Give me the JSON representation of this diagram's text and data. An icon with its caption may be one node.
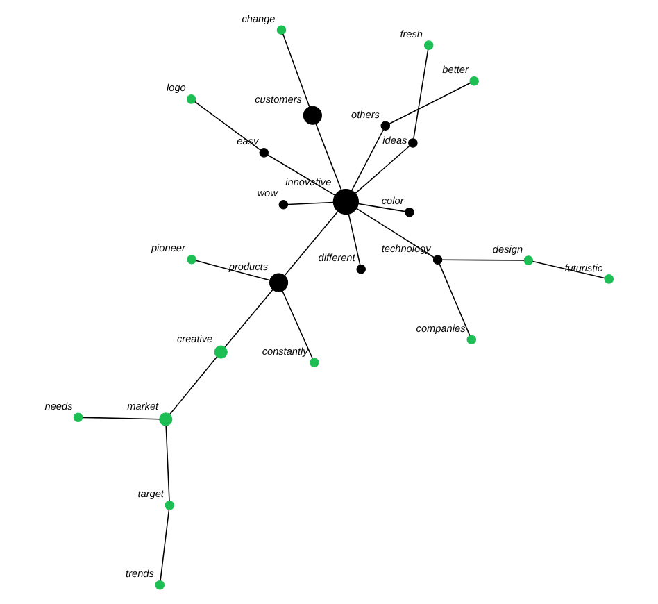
{
  "diagram": {
    "nodes": [
      {
        "text": [],
        "shape": "circle",
        "beside": [
          "companies"
        ]
      },
      {
        "text": [],
        "shape": "circle",
        "beside": [
          "design"
        ]
      },
      {
        "text": [],
        "shape": "circle",
        "beside": [
          "technology"
        ]
      },
      {
        "text": [],
        "shape": "circle",
        "beside": [
          "pioneer"
        ]
      },
      {
        "text": [],
        "shape": "circle",
        "beside": [
          "futuristic"
        ]
      },
      {
        "text": [],
        "shape": "circle",
        "beside": [
          "creative"
        ]
      },
      {
        "text": [],
        "shape": "circle",
        "beside": [
          "market"
        ]
      },
      {
        "text": [],
        "shape": "circle",
        "beside": [
          "target"
        ]
      },
      {
        "text": [],
        "shape": "circle",
        "beside": [
          "products"
        ]
      },
      {
        "text": [],
        "shape": "circle",
        "beside": [
          "different"
        ]
      },
      {
        "text": [],
        "shape": "circle",
        "beside": [
          "constantly"
        ]
      },
      {
        "text": [],
        "shape": "circle",
        "beside": [
          "innovative"
        ]
      },
      {
        "text": [],
        "shape": "circle",
        "beside": [
          "easy"
        ]
      },
      {
        "text": [],
        "shape": "circle",
        "beside": [
          "trends"
        ]
      },
      {
        "text": [],
        "shape": "circle",
        "beside": [
          "customers"
        ]
      },
      {
        "text": [],
        "shape": "circle",
        "beside": [
          "ideas"
        ]
      },
      {
        "text": [],
        "shape": "circle",
        "beside": [
          "color"
        ]
      },
      {
        "text": [],
        "shape": "circle",
        "beside": [
          "wow"
        ]
      },
      {
        "text": [],
        "shape": "circle",
        "beside": [
          "needs"
        ]
      },
      {
        "text": [],
        "shape": "circle",
        "beside": [
          "change"
        ]
      },
      {
        "text": [],
        "shape": "circle",
        "beside": [
          "fresh"
        ]
      },
      {
        "text": [],
        "shape": "circle",
        "beside": [
          "logo"
        ]
      },
      {
        "text": [],
        "shape": "circle",
        "beside": [
          "better"
        ]
      },
      {
        "text": [],
        "shape": "circle",
        "beside": [
          "others"
        ]
      }
    ],
    "edges": [
      {
        "from": 0,
        "to": 2,
        "arrow": "none"
      },
      {
        "from": 2,
        "to": 1,
        "arrow": "none"
      },
      {
        "from": 1,
        "to": 4,
        "arrow": "none"
      },
      {
        "from": 2,
        "to": 11,
        "arrow": "none"
      },
      {
        "from": 3,
        "to": 8,
        "arrow": "none"
      },
      {
        "from": 5,
        "to": 8,
        "arrow": "none"
      },
      {
        "from": 5,
        "to": 6,
        "arrow": "none"
      },
      {
        "from": 6,
        "to": 7,
        "arrow": "none"
      },
      {
        "from": 7,
        "to": 13,
        "arrow": "none"
      },
      {
        "from": 6,
        "to": 18,
        "arrow": "none"
      },
      {
        "from": 8,
        "to": 10,
        "arrow": "none"
      },
      {
        "from": 8,
        "to": 11,
        "arrow": "none"
      },
      {
        "from": 11,
        "to": 9,
        "arrow": "none"
      },
      {
        "from": 11,
        "to": 12,
        "arrow": "none"
      },
      {
        "from": 12,
        "to": 21,
        "arrow": "none"
      },
      {
        "from": 11,
        "to": 14,
        "arrow": "none"
      },
      {
        "from": 14,
        "to": 19,
        "arrow": "none"
      },
      {
        "from": 11,
        "to": 15,
        "arrow": "none"
      },
      {
        "from": 15,
        "to": 20,
        "arrow": "none"
      },
      {
        "from": 11,
        "to": 16,
        "arrow": "none"
      },
      {
        "from": 11,
        "to": 17,
        "arrow": "none"
      },
      {
        "from": 11,
        "to": 23,
        "arrow": "none"
      },
      {
        "from": 23,
        "to": 22,
        "arrow": "none"
      }
    ]
  }
}
